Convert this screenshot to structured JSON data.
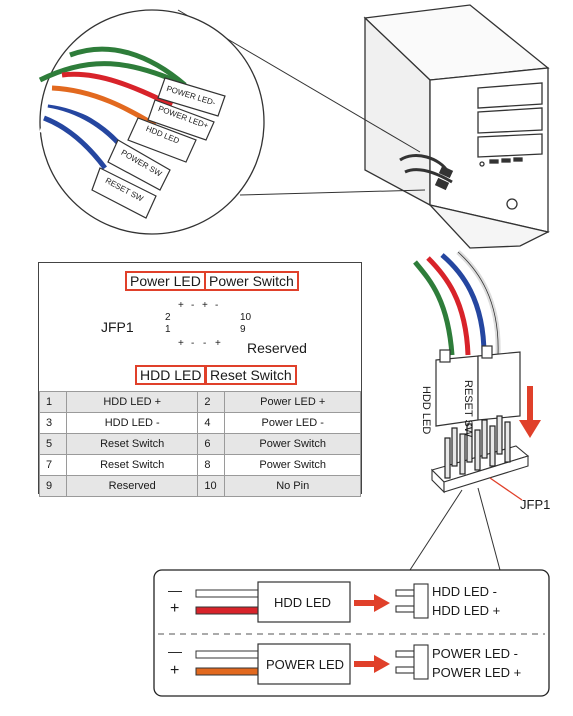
{
  "cable_connectors": [
    "POWER LED-",
    "POWER LED+",
    "HDD LED",
    "POWER SW",
    "RESET SW"
  ],
  "header_panel": {
    "header_name": "JFP1",
    "callouts": {
      "power_led": "Power LED",
      "power_switch": "Power Switch",
      "hdd_led": "HDD LED",
      "reset_switch": "Reset Switch",
      "reserved": "Reserved"
    },
    "pin_markers": {
      "top_left": "2",
      "bottom_left": "1",
      "top_right": "10",
      "bottom_right": "9"
    },
    "polarity": {
      "plus": "+",
      "minus": "-"
    }
  },
  "pin_table": [
    {
      "a": "1",
      "a_name": "HDD LED +",
      "b": "2",
      "b_name": "Power LED +"
    },
    {
      "a": "3",
      "a_name": "HDD LED -",
      "b": "4",
      "b_name": "Power LED -"
    },
    {
      "a": "5",
      "a_name": "Reset Switch",
      "b": "6",
      "b_name": "Power Switch"
    },
    {
      "a": "7",
      "a_name": "Reset Switch",
      "b": "8",
      "b_name": "Power Switch"
    },
    {
      "a": "9",
      "a_name": "Reserved",
      "b": "10",
      "b_name": "No Pin"
    }
  ],
  "plug_labels": {
    "left": "HDD LED",
    "right": "RESET SW"
  },
  "board_header_label": "JFP1",
  "detail_box": {
    "rows": [
      {
        "minus": "—",
        "plus": "+",
        "connector": "HDD LED",
        "pin_minus": "HDD LED -",
        "pin_plus": "HDD LED +",
        "plus_wire_color": "#d8232a"
      },
      {
        "minus": "—",
        "plus": "+",
        "connector": "POWER LED",
        "pin_minus": "POWER LED -",
        "pin_plus": "POWER LED +",
        "plus_wire_color": "#e2691f"
      }
    ]
  },
  "colors": {
    "accent_red": "#e0402a",
    "wire_green": "#2e7d3a",
    "wire_red": "#d8232a",
    "wire_orange": "#e2691f",
    "wire_blue": "#2546a0"
  }
}
